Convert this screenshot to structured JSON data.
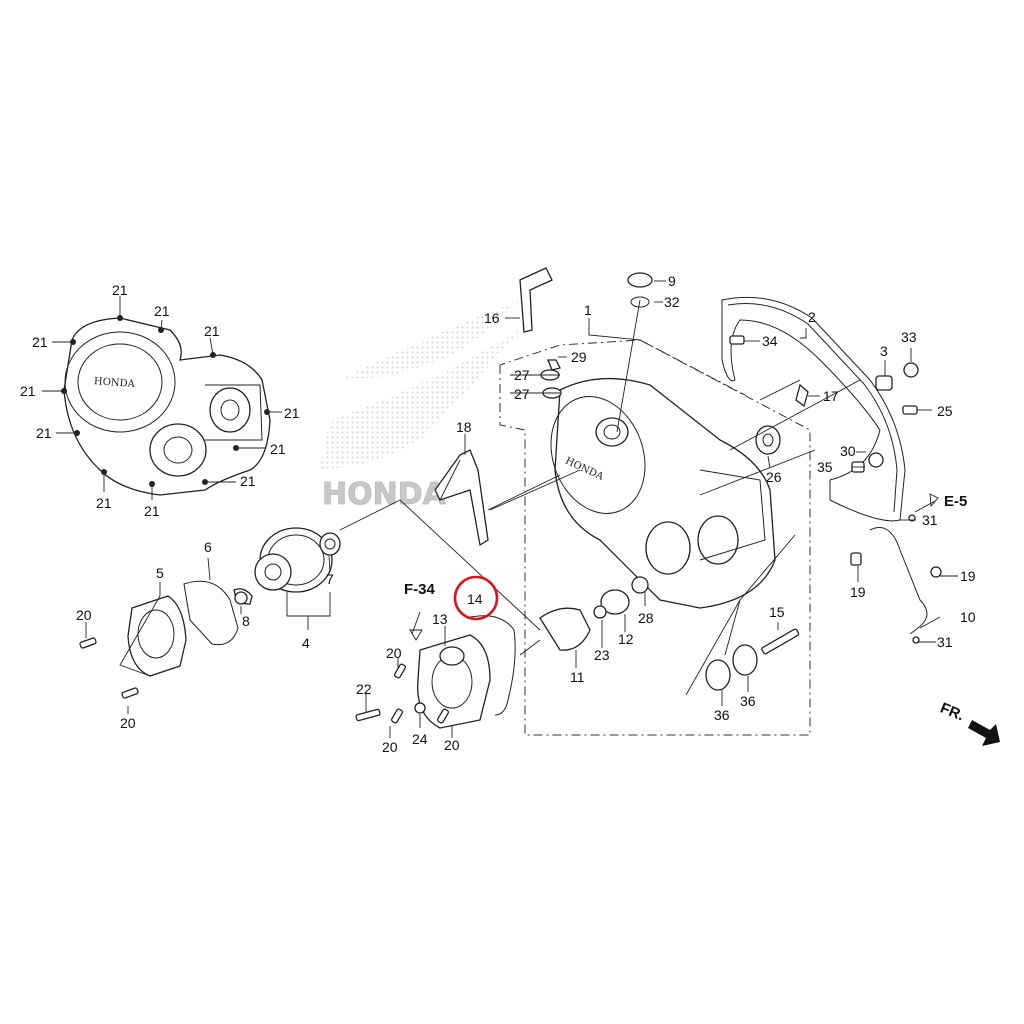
{
  "diagram": {
    "brand_text": "HONDA",
    "fr_label": "FR.",
    "references": {
      "f34": "F-34",
      "e5": "E-5"
    },
    "highlight_color": "#d8161d",
    "callouts": {
      "n1": "1",
      "n2": "2",
      "n3": "3",
      "n4": "4",
      "n5": "5",
      "n6": "6",
      "n7": "7",
      "n8": "8",
      "n9": "9",
      "n10": "10",
      "n11": "11",
      "n12": "12",
      "n13": "13",
      "n14": "14",
      "n15": "15",
      "n16": "16",
      "n17": "17",
      "n18": "18",
      "n19": "19",
      "n20": "20",
      "n21": "21",
      "n22": "22",
      "n23": "23",
      "n24": "24",
      "n25": "25",
      "n26": "26",
      "n27": "27",
      "n28": "28",
      "n29": "29",
      "n30": "30",
      "n31": "31",
      "n32": "32",
      "n33": "33",
      "n34": "34",
      "n35": "35",
      "n36": "36"
    }
  }
}
